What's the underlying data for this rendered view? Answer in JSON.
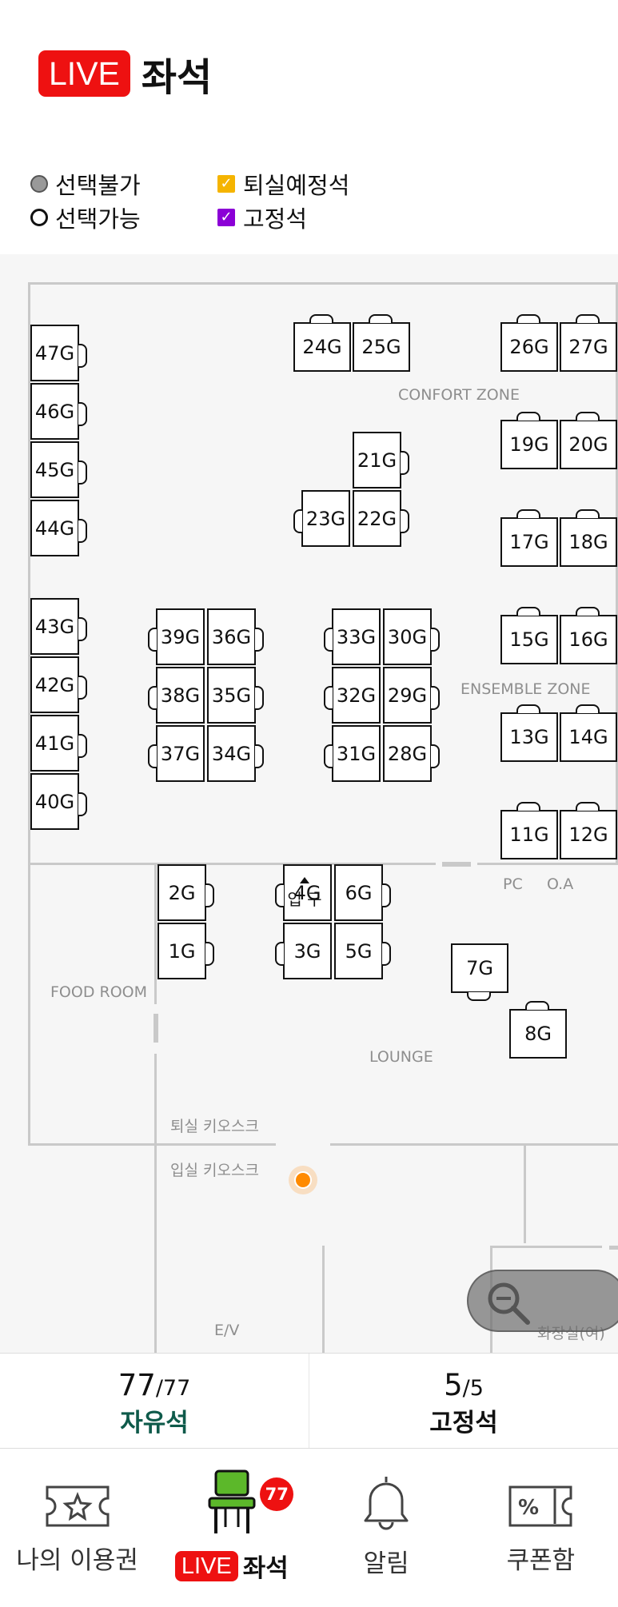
{
  "header": {
    "live_label": "LIVE",
    "title": "좌석"
  },
  "legend": {
    "unavailable": "선택불가",
    "available": "선택가능",
    "leaving": "퇴실예정석",
    "fixed": "고정석",
    "colors": {
      "leaving": "#f5b400",
      "fixed": "#8b00d6",
      "unavailable": "#999999"
    }
  },
  "seats": [
    "47G",
    "46G",
    "45G",
    "44G",
    "43G",
    "42G",
    "41G",
    "40G",
    "24G",
    "25G",
    "26G",
    "27G",
    "21G",
    "23G",
    "22G",
    "19G",
    "20G",
    "17G",
    "18G",
    "39G",
    "36G",
    "38G",
    "35G",
    "37G",
    "34G",
    "33G",
    "30G",
    "32G",
    "29G",
    "31G",
    "28G",
    "15G",
    "16G",
    "13G",
    "14G",
    "11G",
    "12G",
    "2G",
    "1G",
    "4G",
    "6G",
    "3G",
    "5G",
    "7G",
    "8G"
  ],
  "zones": {
    "confort": "CONFORT ZONE",
    "ensemble": "ENSEMBLE ZONE",
    "pc": "PC",
    "oa": "O.A",
    "food_room": "FOOD ROOM",
    "lounge": "LOUNGE",
    "exit_kiosk": "퇴실 키오스크",
    "enter_kiosk": "입실 키오스크",
    "entrance": "입 구",
    "ev": "E/V",
    "restroom": "화장실(여)"
  },
  "counts": {
    "free": {
      "current": "77",
      "total": "/77",
      "label": "자유석"
    },
    "fixed": {
      "current": "5",
      "total": "/5",
      "label": "고정석"
    }
  },
  "tabs": {
    "my_pass": "나의 이용권",
    "live_badge": "LIVE",
    "live_seat": "좌석",
    "live_count": "77",
    "alarm": "알림",
    "coupon": "쿠폰함"
  },
  "colors": {
    "live_red": "#ee1111",
    "chair_green": "#5cb82a",
    "free_label": "#0e5a4a"
  }
}
